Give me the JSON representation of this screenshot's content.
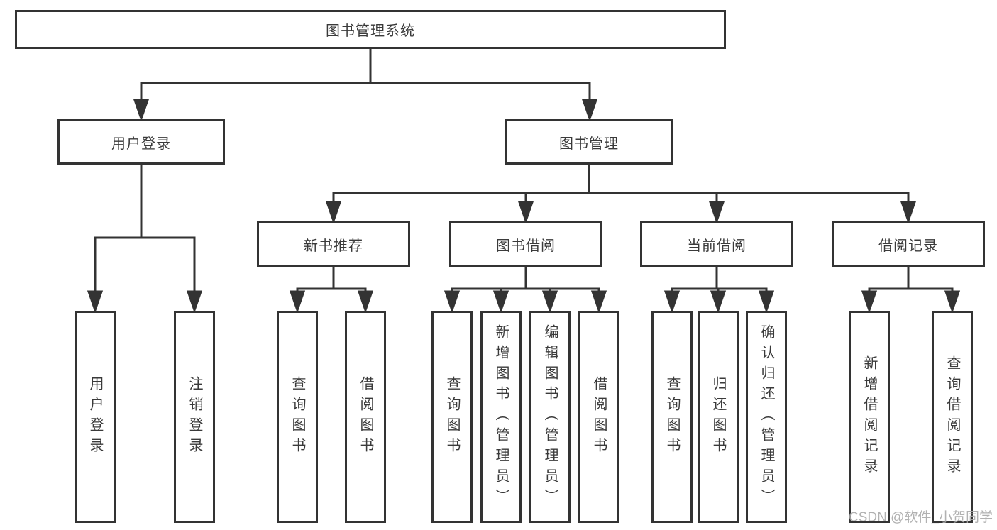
{
  "diagram": {
    "root": "图书管理系统",
    "level1": {
      "user_login": "用户登录",
      "book_management": "图书管理"
    },
    "level2": {
      "new_book_recommend": "新书推荐",
      "book_borrow": "图书借阅",
      "current_borrow": "当前借阅",
      "borrow_records": "借阅记录"
    },
    "level3": {
      "user_login": [
        "用户登录",
        "注销登录"
      ],
      "new_book_recommend": [
        "查询图书",
        "借阅图书"
      ],
      "book_borrow": [
        "查询图书",
        "新增图书（管理员）",
        "编辑图书（管理员）",
        "借阅图书"
      ],
      "current_borrow": [
        "查询图书",
        "归还图书",
        "确认归还（管理员）"
      ],
      "borrow_records": [
        "新增借阅记录",
        "查询借阅记录"
      ]
    }
  },
  "watermark": "CSDN @软件_小贺同学",
  "colors": {
    "line": "#333333",
    "text": "#3a3a3a",
    "box_background": "#ffffff",
    "watermark": "#a8a8a8"
  }
}
